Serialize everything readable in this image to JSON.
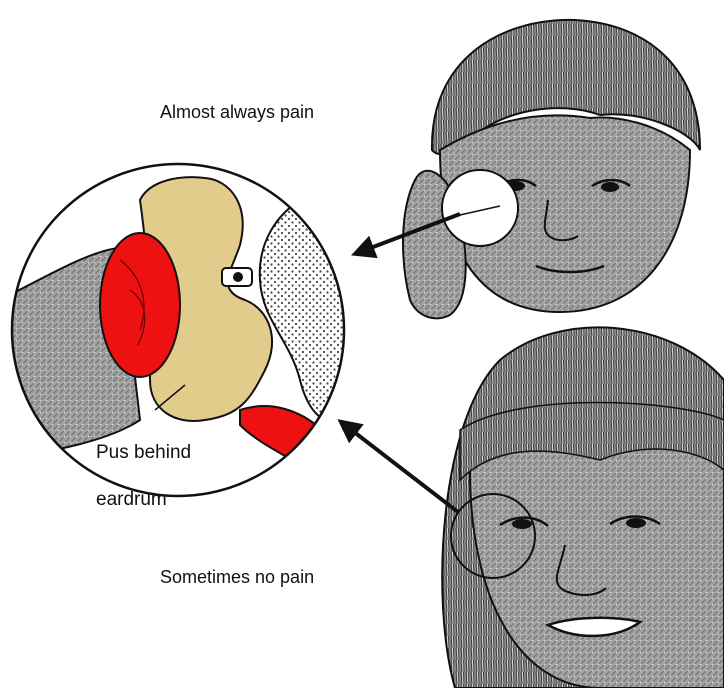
{
  "labels": {
    "top_caption": "Almost always pain",
    "bottom_caption": "Sometimes no pain",
    "callout_line1": "Pus behind",
    "callout_line2": "eardrum"
  },
  "colors": {
    "inflamed": "#ee1111",
    "tissue": "#e2cc8c",
    "skin_texture": "#9a9a9a",
    "ink": "#111111"
  },
  "icons": {
    "zoom_circle": "magnified-middle-ear",
    "pointer": "arrow-icon"
  }
}
